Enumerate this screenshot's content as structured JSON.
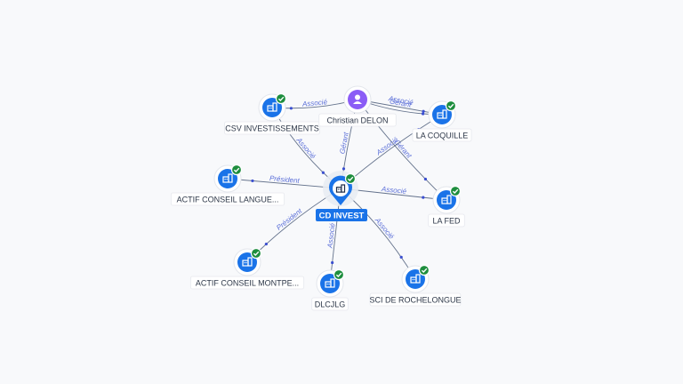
{
  "center": {
    "label": "CD INVEST",
    "icon": "building-icon",
    "verified": true
  },
  "person": {
    "label": "Christian DELON",
    "icon": "person-icon"
  },
  "companies": [
    {
      "id": "csv",
      "label": "CSV INVESTISSEMENTS",
      "icon": "building-icon",
      "verified": true
    },
    {
      "id": "coquille",
      "label": "LA COQUILLE",
      "icon": "building-icon",
      "verified": true
    },
    {
      "id": "acl",
      "label": "ACTIF CONSEIL LANGUE...",
      "icon": "building-icon",
      "verified": true
    },
    {
      "id": "fed",
      "label": "LA FED",
      "icon": "building-icon",
      "verified": true
    },
    {
      "id": "acm",
      "label": "ACTIF CONSEIL MONTPE...",
      "icon": "building-icon",
      "verified": true
    },
    {
      "id": "dlcjlg",
      "label": "DLCJLG",
      "icon": "building-icon",
      "verified": true
    },
    {
      "id": "sci",
      "label": "SCI DE ROCHELONGUE",
      "icon": "building-icon",
      "verified": true
    }
  ],
  "relations": [
    {
      "from": "person",
      "to": "csv",
      "label": "Associé"
    },
    {
      "from": "person",
      "to": "coquille",
      "label": "Gérant"
    },
    {
      "from": "person",
      "to": "coquille",
      "label": "Associé"
    },
    {
      "from": "person",
      "to": "center",
      "label": "Gérant"
    },
    {
      "from": "person",
      "to": "fed",
      "label": "Gérant"
    },
    {
      "from": "csv",
      "to": "center",
      "label": "Associé"
    },
    {
      "from": "center",
      "to": "coquille",
      "label": "Associé"
    },
    {
      "from": "center",
      "to": "acl",
      "label": "Président"
    },
    {
      "from": "center",
      "to": "fed",
      "label": "Associé"
    },
    {
      "from": "center",
      "to": "acm",
      "label": "Président"
    },
    {
      "from": "center",
      "to": "dlcjlg",
      "label": "Associé"
    },
    {
      "from": "center",
      "to": "sci",
      "label": "Associé"
    }
  ]
}
